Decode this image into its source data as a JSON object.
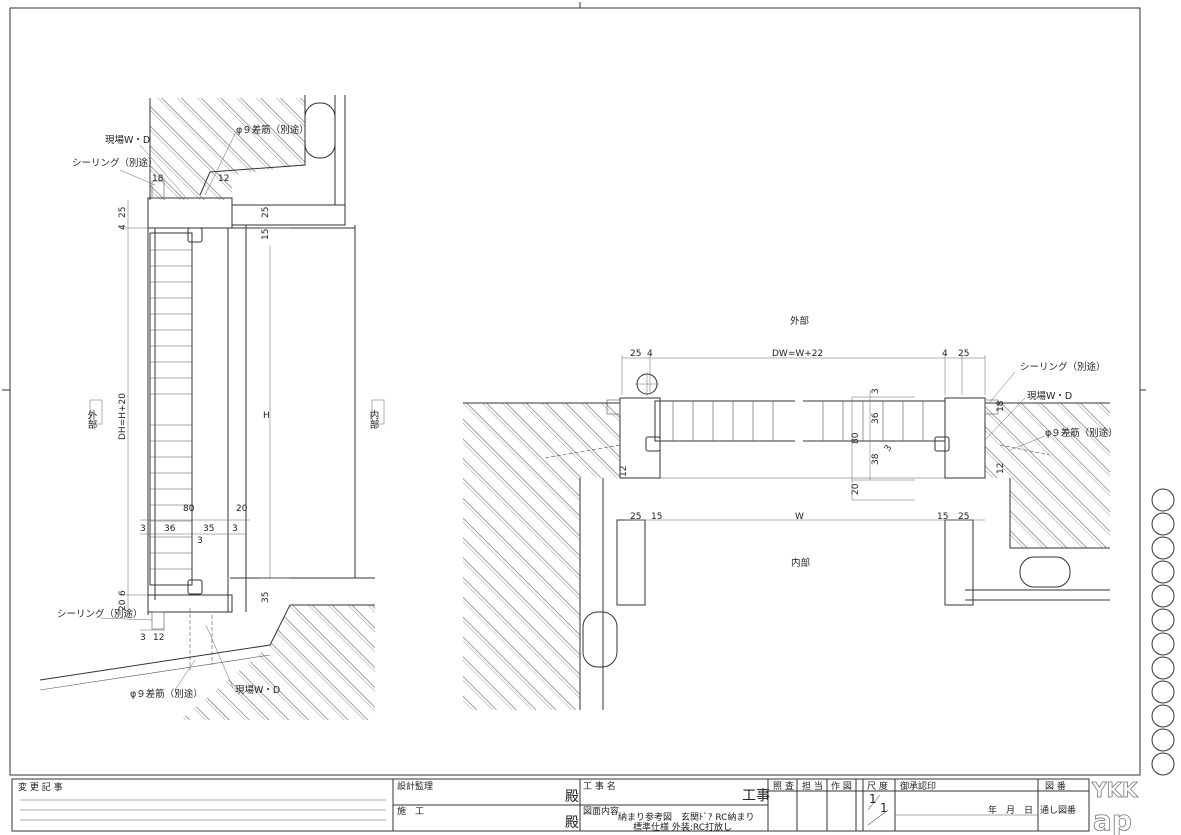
{
  "vertical_section": {
    "field_wd": "現場W・D",
    "rebar": "φ９差筋（別途）",
    "sealing": "シーリング（別途）",
    "exterior": "外部",
    "interior": "内部",
    "dims": [
      "18",
      "12",
      "25",
      "4",
      "25",
      "15",
      "DH=H+20",
      "H",
      "80",
      "20",
      "3",
      "36",
      "35",
      "3",
      "3",
      "6",
      "20",
      "35",
      "3",
      "12"
    ]
  },
  "plan_section": {
    "exterior": "外部",
    "interior": "内部",
    "sealing": "シーリング（別途）",
    "field_wd": "現場W・D",
    "rebar": "φ９差筋（別途）",
    "dims": [
      "25",
      "4",
      "DW=W+22",
      "4",
      "25",
      "18",
      "3",
      "36",
      "80",
      "3",
      "38",
      "20",
      "12",
      "12",
      "25",
      "15",
      "W",
      "15",
      "25"
    ]
  },
  "title_block": {
    "change_log": "変 更 記 事",
    "design_supervision": "設計監理",
    "construction": "施　工",
    "honorific": "殿",
    "project_name_label": "工 事 名",
    "project_suffix": "工事",
    "drawing_content_label": "図面内容",
    "drawing_content_line1": "納まり参考図　玄関ﾄﾞｱ RC納まり",
    "drawing_content_line2": "標準仕様 外装:RC打放し",
    "check": "照 査",
    "in_charge": "担 当",
    "drafting": "作 図",
    "scale_label": "尺 度",
    "scale_numerator": "1",
    "scale_denominator": "1",
    "approval": "御承認印",
    "date": "年　月　日",
    "drawing_no": "図 番",
    "through_no": "通し図番",
    "logo": "YKK ap"
  }
}
